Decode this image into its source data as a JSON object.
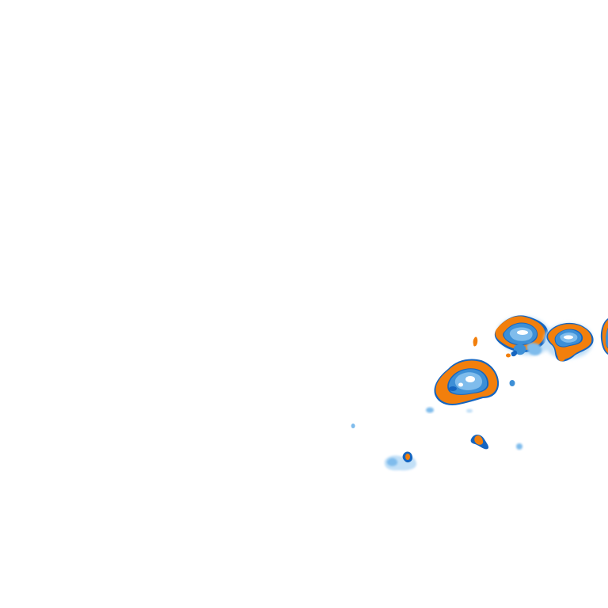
{
  "map": {
    "background": "#ffffff",
    "palette": {
      "core": "#f27f0c",
      "high": "#1565c0",
      "mid": "#3d8fd6",
      "low": "#7fbcec",
      "faint": "#c2e0f7",
      "highlight": "#ffffff"
    },
    "layers": [
      "faint-echo",
      "light-echo",
      "moderate-echo",
      "heavy-echo",
      "core-ring"
    ]
  }
}
